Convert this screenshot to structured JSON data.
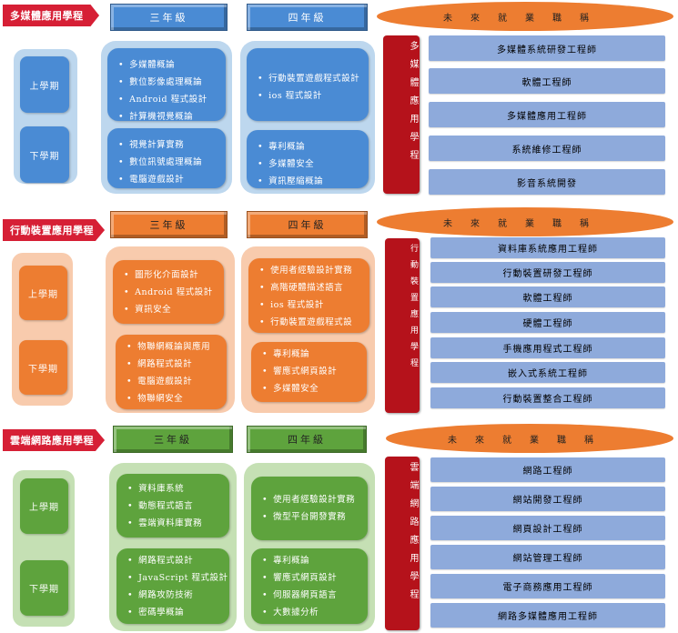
{
  "semesters": {
    "first": "上學期",
    "second": "下學期"
  },
  "career_title": "未來就業職稱",
  "colors": {
    "red": "#d61f35",
    "blue": "#4a8bd4",
    "orange": "#ed7d31",
    "green": "#5ea33d",
    "dark_red": "#b5121b"
  },
  "sections": [
    {
      "program": "多媒體應用學程",
      "vertical_label": "多媒體應用學程",
      "grade3": "三年級",
      "grade4": "四年級",
      "g3_upper": [
        "多媒體概論",
        "數位影像處理概論",
        "Android 程式設計",
        "計算機視覺概論"
      ],
      "g3_lower": [
        "視覺計算實務",
        "數位訊號處理概論",
        "電腦遊戲設計"
      ],
      "g4_upper": [
        "行動裝置遊戲程式設計",
        "ios 程式設計"
      ],
      "g4_lower": [
        "專利概論",
        "多媒體安全",
        "資訊壓縮概論"
      ],
      "careers": [
        "多媒體系統研發工程師",
        "軟體工程師",
        "多媒體應用工程師",
        "系統維修工程師",
        "影音系統開發"
      ]
    },
    {
      "program": "行動裝置應用學程",
      "vertical_label": "行動裝置應用學程",
      "grade3": "三年級",
      "grade4": "四年級",
      "g3_upper": [
        "圖形化介面設計",
        "Android 程式設計",
        "資訊安全"
      ],
      "g3_lower": [
        "物聯網概論與應用",
        "網路程式設計",
        "電腦遊戲設計",
        "物聯網安全"
      ],
      "g4_upper": [
        "使用者經驗設計實務",
        "高階硬體描述語言",
        "ios 程式設計",
        "行動裝置遊戲程式設"
      ],
      "g4_lower": [
        "專利概論",
        "響應式網頁設計",
        "多媒體安全"
      ],
      "careers": [
        "資料庫系統應用工程師",
        "行動裝置研發工程師",
        "軟體工程師",
        "硬體工程師",
        "手機應用程式工程師",
        "嵌入式系統工程師",
        "行動裝置整合工程師"
      ]
    },
    {
      "program": "雲端網路應用學程",
      "vertical_label": "雲端網路應用學程",
      "grade3": "三年級",
      "grade4": "四年級",
      "g3_upper": [
        "資料庫系統",
        "動態程式語言",
        "雲端資料庫實務"
      ],
      "g3_lower": [
        "網路程式設計",
        "JavaScript 程式設計",
        "網路攻防技術",
        "密碼學概論"
      ],
      "g4_upper": [
        "使用者經驗設計實務",
        "微型平台開發實務"
      ],
      "g4_lower": [
        "專利概論",
        "響應式網頁設計",
        "伺服器網頁語言",
        "大數據分析"
      ],
      "careers": [
        "網路工程師",
        "網站開發工程師",
        "網頁設計工程師",
        "網站管理工程師",
        "電子商務應用工程師",
        "網路多媒體應用工程師"
      ]
    }
  ]
}
